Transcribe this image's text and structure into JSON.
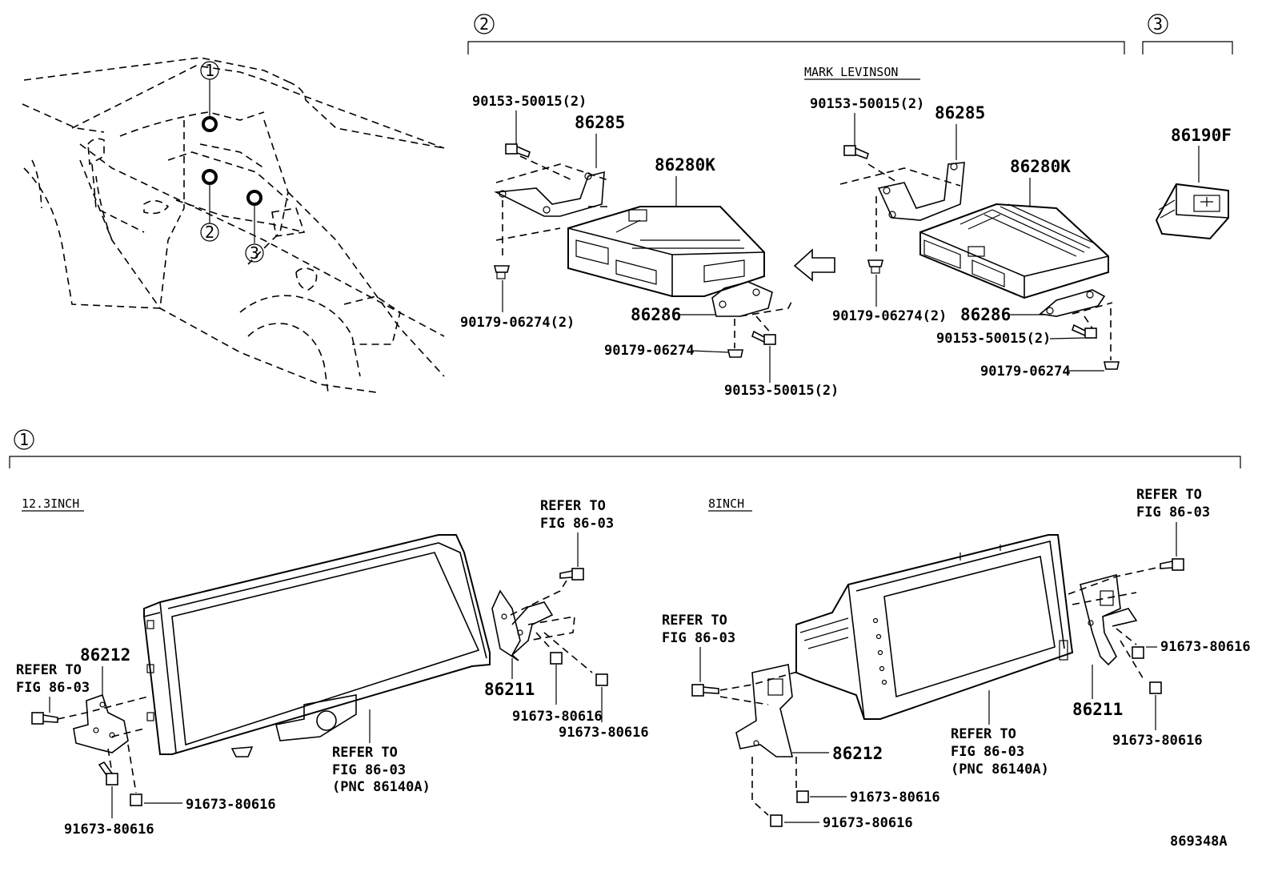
{
  "figure_id": "869348A",
  "callouts": [
    "1",
    "2",
    "3"
  ],
  "section_2": {
    "variant_label": "MARK LEVINSON",
    "left": {
      "bolt_top": "90153-50015(2)",
      "bracket_top": "86285",
      "amplifier": "86280K",
      "clip_left": "90179-06274(2)",
      "bracket_bottom": "86286",
      "clip_bottom": "90179-06274",
      "bolt_bottom": "90153-50015(2)"
    },
    "right": {
      "bolt_top": "90153-50015(2)",
      "bracket_top": "86285",
      "amplifier": "86280K",
      "clip_left": "90179-06274(2)",
      "bracket_bottom": "86286",
      "bolt_bottom": "90153-50015(2)",
      "clip_bottom": "90179-06274"
    }
  },
  "section_3": {
    "usb_port": "86190F"
  },
  "section_1": {
    "size_12": {
      "label": "12.3INCH",
      "bracket_left": "86212",
      "refer_left": [
        "REFER TO",
        "FIG 86-03"
      ],
      "refer_right_top": [
        "REFER TO",
        "FIG 86-03"
      ],
      "refer_display": [
        "REFER TO",
        "FIG 86-03",
        "(PNC 86140A)"
      ],
      "bracket_right": "86211",
      "screw_a": "91673-80616",
      "screw_b": "91673-80616",
      "screw_c": "91673-80616",
      "screw_d": "91673-80616"
    },
    "size_8": {
      "label": "8INCH",
      "refer_left": [
        "REFER TO",
        "FIG 86-03"
      ],
      "refer_right_top": [
        "REFER TO",
        "FIG 86-03"
      ],
      "refer_display": [
        "REFER TO",
        "FIG 86-03",
        "(PNC 86140A)"
      ],
      "bracket_left": "86212",
      "bracket_right": "86211",
      "screw_a": "91673-80616",
      "screw_b": "91673-80616",
      "screw_c": "91673-80616",
      "screw_d": "91673-80616"
    }
  }
}
